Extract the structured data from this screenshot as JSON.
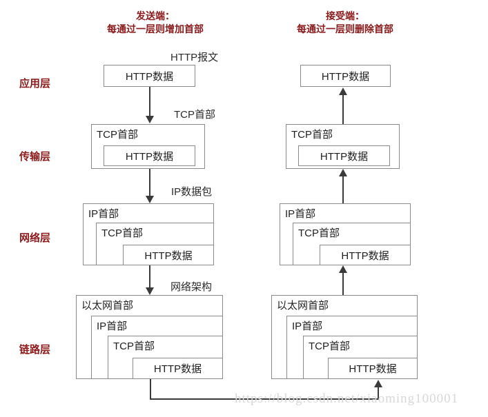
{
  "diagram": {
    "title_left": {
      "line1": "发送端：",
      "line2": "每通过一层则增加首部"
    },
    "title_right": {
      "line1": "接受端：",
      "line2": "每通过一层则删除首部"
    },
    "layers": [
      {
        "name": "应用层"
      },
      {
        "name": "传输层"
      },
      {
        "name": "网络层"
      },
      {
        "name": "链路层"
      }
    ],
    "annotations": [
      {
        "text": "HTTP报文"
      },
      {
        "text": "TCP首部"
      },
      {
        "text": "IP数据包"
      },
      {
        "text": "网络架构"
      }
    ],
    "labels": {
      "http_data": "HTTP数据",
      "tcp_header": "TCP首部",
      "ip_header": "IP首部",
      "ethernet_header": "以太网首部"
    },
    "sender": {
      "application": {
        "boxes": [
          "HTTP数据"
        ]
      },
      "transport": {
        "outer": "TCP首部",
        "inner": "HTTP数据"
      },
      "network": {
        "outer": "IP首部",
        "mid": "TCP首部",
        "inner": "HTTP数据"
      },
      "link": {
        "outer": "以太网首部",
        "l2": "IP首部",
        "l3": "TCP首部",
        "inner": "HTTP数据"
      }
    },
    "receiver": {
      "application": {
        "boxes": [
          "HTTP数据"
        ]
      },
      "transport": {
        "outer": "TCP首部",
        "inner": "HTTP数据"
      },
      "network": {
        "outer": "IP首部",
        "mid": "TCP首部",
        "inner": "HTTP数据"
      },
      "link": {
        "outer": "以太网首部",
        "l2": "IP首部",
        "l3": "TCP首部",
        "inner": "HTTP数据"
      }
    },
    "watermark": "https://blog.csdn.net/xiaoming100001",
    "colors": {
      "title": "#8B1A1A",
      "box_border": "#8a8a8a",
      "arrow": "#3a3a3a",
      "text": "#1f1f1f",
      "watermark": "#d8d8d8"
    }
  }
}
